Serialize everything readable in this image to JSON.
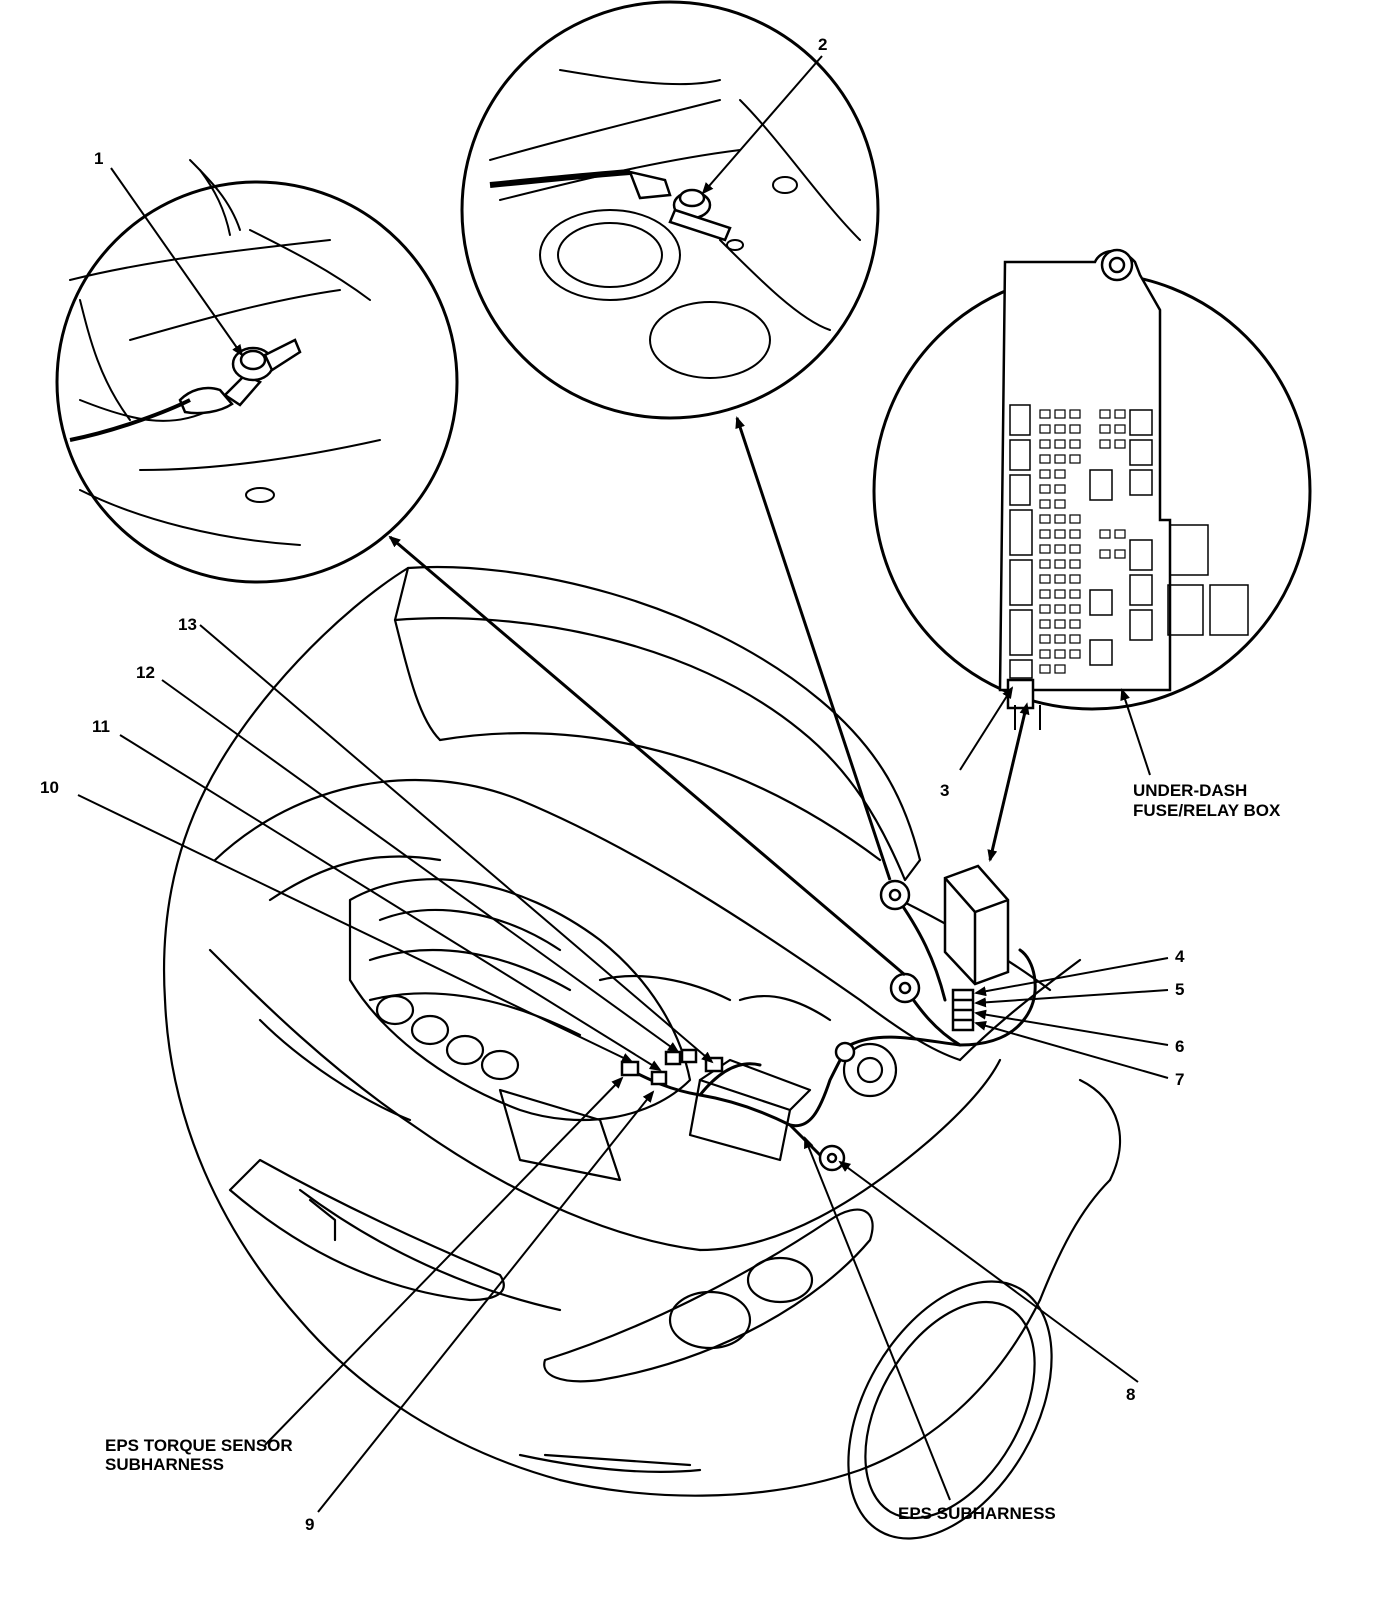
{
  "callouts": {
    "c1": "1",
    "c2": "2",
    "c3": "3",
    "c4": "4",
    "c5": "5",
    "c6": "6",
    "c7": "7",
    "c8": "8",
    "c9": "9",
    "c10": "10",
    "c11": "11",
    "c12": "12",
    "c13": "13"
  },
  "labels": {
    "fuse_box_line1": "UNDER-DASH",
    "fuse_box_line2": "FUSE/RELAY BOX",
    "torque_line1": "EPS TORQUE SENSOR",
    "torque_line2": "SUBHARNESS",
    "eps_subharness": "EPS SUBHARNESS"
  },
  "colors": {
    "ink": "#000000",
    "paper": "#ffffff"
  }
}
